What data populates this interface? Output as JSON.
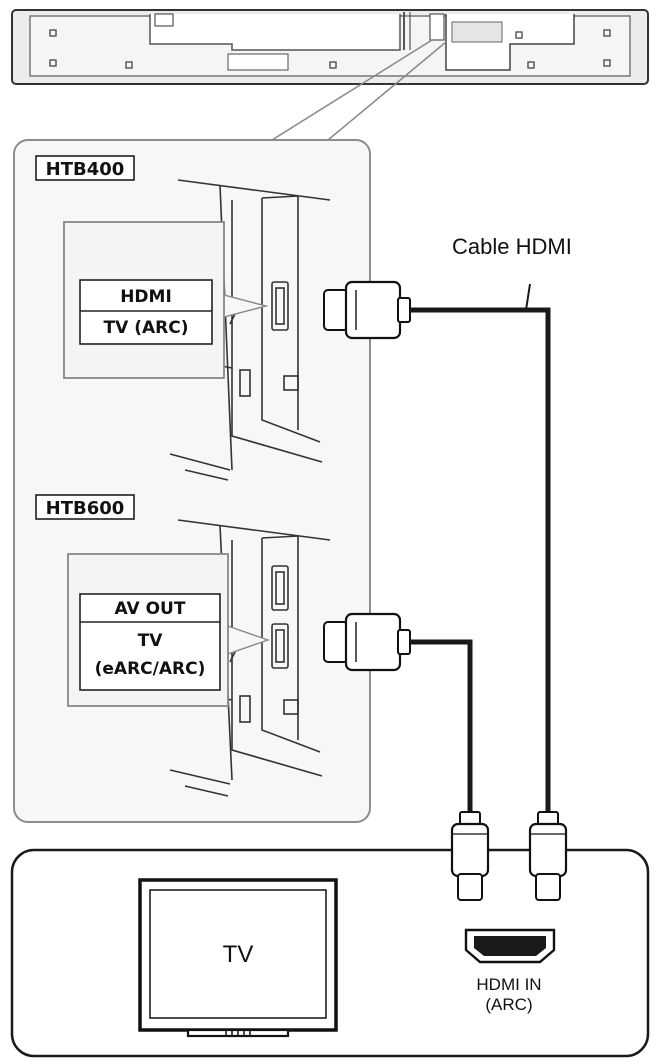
{
  "soundbar": {
    "htb400": {
      "model": "HTB400",
      "port_line1": "HDMI",
      "port_line2": "TV (ARC)"
    },
    "htb600": {
      "model": "HTB600",
      "port_line1": "AV OUT",
      "port_line2": "TV",
      "port_line3": "(eARC/ARC)"
    }
  },
  "cable": {
    "label": "Cable HDMI"
  },
  "tv": {
    "label": "TV",
    "port_line1": "HDMI IN",
    "port_line2": "(ARC)"
  },
  "colors": {
    "line": "#1a1a1a",
    "panel_border": "#8c8c8c",
    "panel_fill": "#f7f7f7",
    "soundbar_fill": "#ececec"
  }
}
